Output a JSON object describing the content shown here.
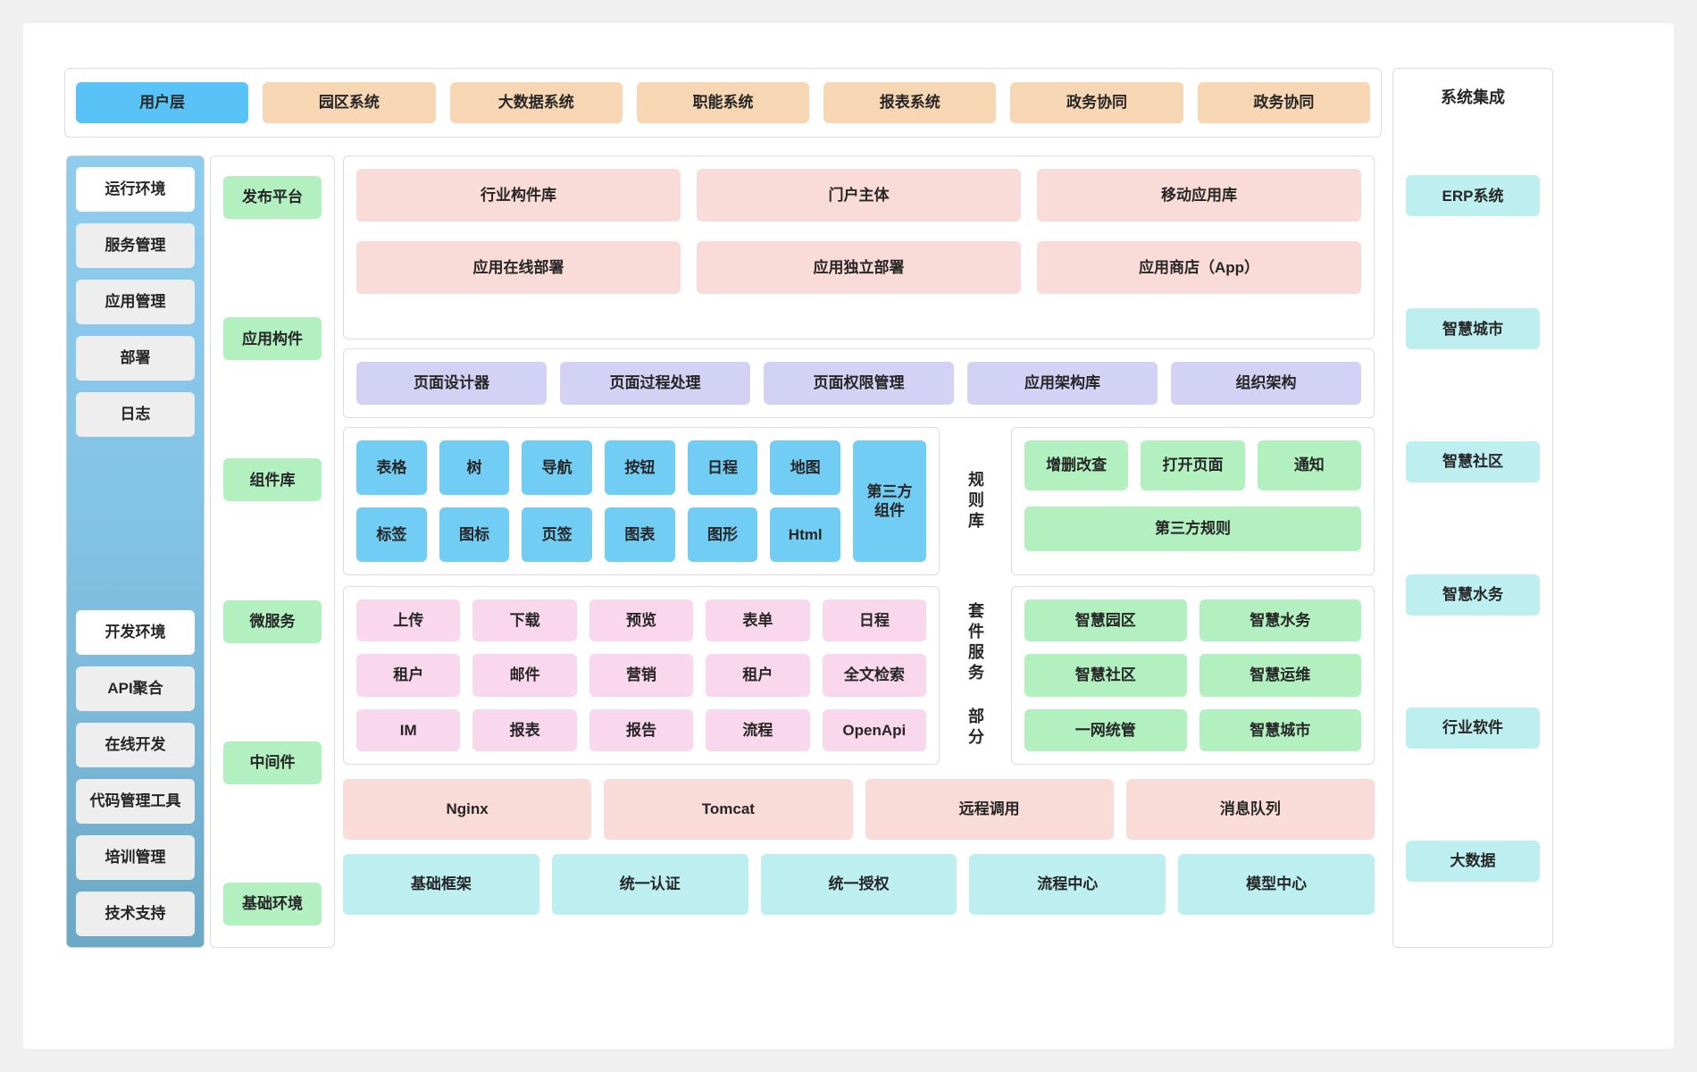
{
  "top_layer": {
    "items": [
      {
        "label": "用户层",
        "style": "blue"
      },
      {
        "label": "园区系统",
        "style": "orange"
      },
      {
        "label": "大数据系统",
        "style": "orange"
      },
      {
        "label": "职能系统",
        "style": "orange"
      },
      {
        "label": "报表系统",
        "style": "orange"
      },
      {
        "label": "政务协同",
        "style": "orange"
      },
      {
        "label": "政务协同",
        "style": "orange"
      }
    ]
  },
  "system_integration": {
    "title": "系统集成",
    "items": [
      "ERP系统",
      "智慧城市",
      "智慧社区",
      "智慧水务",
      "行业软件",
      "大数据"
    ]
  },
  "environment": {
    "items": [
      {
        "label": "运行环境",
        "highlight": true
      },
      {
        "label": "服务管理",
        "highlight": false
      },
      {
        "label": "应用管理",
        "highlight": false
      },
      {
        "label": "部署",
        "highlight": false
      },
      {
        "label": "日志",
        "highlight": false
      },
      {
        "label": "开发环境",
        "highlight": true
      },
      {
        "label": "API聚合",
        "highlight": false
      },
      {
        "label": "在线开发",
        "highlight": false
      },
      {
        "label": "代码管理工具",
        "highlight": false
      },
      {
        "label": "培训管理",
        "highlight": false
      },
      {
        "label": "技术支持",
        "highlight": false
      }
    ]
  },
  "layers": {
    "items": [
      "发布平台",
      "应用构件",
      "组件库",
      "微服务",
      "中间件",
      "基础环境"
    ]
  },
  "application": {
    "row1": [
      "行业构件库",
      "门户主体",
      "移动应用库"
    ],
    "row2": [
      "应用在线部署",
      "应用独立部署",
      "应用商店（App）"
    ]
  },
  "page_design": {
    "items": [
      "页面设计器",
      "页面过程处理",
      "页面权限管理",
      "应用架构库",
      "组织架构"
    ]
  },
  "components": {
    "row1": [
      "表格",
      "树",
      "导航",
      "按钮",
      "日程",
      "地图"
    ],
    "row2": [
      "标签",
      "图标",
      "页签",
      "图表",
      "图形",
      "Html"
    ],
    "third_party": "第三方\n组件"
  },
  "rules": {
    "label": "规则库",
    "row1": [
      "增删改查",
      "打开页面",
      "通知"
    ],
    "row2": [
      "第三方规则"
    ]
  },
  "microservices": {
    "row1": [
      "上传",
      "下载",
      "预览",
      "表单",
      "日程"
    ],
    "row2": [
      "租户",
      "邮件",
      "营销",
      "租户",
      "全文检索"
    ],
    "row3": [
      "IM",
      "报表",
      "报告",
      "流程",
      "OpenApi"
    ]
  },
  "suite": {
    "label_1": "套件服务",
    "label_2": "部分",
    "row1": [
      "智慧园区",
      "智慧水务"
    ],
    "row2": [
      "智慧社区",
      "智慧运维"
    ],
    "row3": [
      "一网统管",
      "智慧城市"
    ]
  },
  "middleware": {
    "items": [
      "Nginx",
      "Tomcat",
      "远程调用",
      "消息队列"
    ]
  },
  "base": {
    "items": [
      "基础框架",
      "统一认证",
      "统一授权",
      "流程中心",
      "模型中心"
    ]
  },
  "colors": {
    "blue": "#59c3f7",
    "orange": "#f7d6b3",
    "pink": "#f9dbd8",
    "purple": "#d3d2f5",
    "comp_blue": "#72cdf5",
    "green": "#b2f0c0",
    "magenta": "#f9d7ec",
    "cyan": "#bdeff0"
  }
}
